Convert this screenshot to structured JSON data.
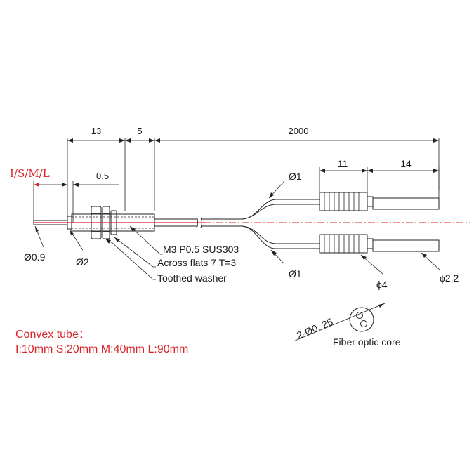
{
  "colors": {
    "line": "#222222",
    "accent": "#d9262b"
  },
  "dimensions": {
    "d13": "13",
    "d5": "5",
    "d2000": "2000",
    "d05": "0.5",
    "d11": "11",
    "d14": "14",
    "phi1_top": "Ø1",
    "phi1_bottom": "Ø1",
    "phi09": "Ø0.9",
    "phi2": "Ø2",
    "phi4": "ϕ4",
    "phi22": "ϕ2.2"
  },
  "variant_label": "I/S/M/L",
  "callouts": {
    "thread": "M3 P0.5  SUS303",
    "flats": "Across flats 7  T=3",
    "washer": "Toothed washer"
  },
  "note": {
    "title": "Convex tube：",
    "lengths": "I:10mm  S:20mm  M:40mm  L:90mm"
  },
  "core": {
    "label": "2-Ø0. 25",
    "caption": "Fiber optic core"
  }
}
